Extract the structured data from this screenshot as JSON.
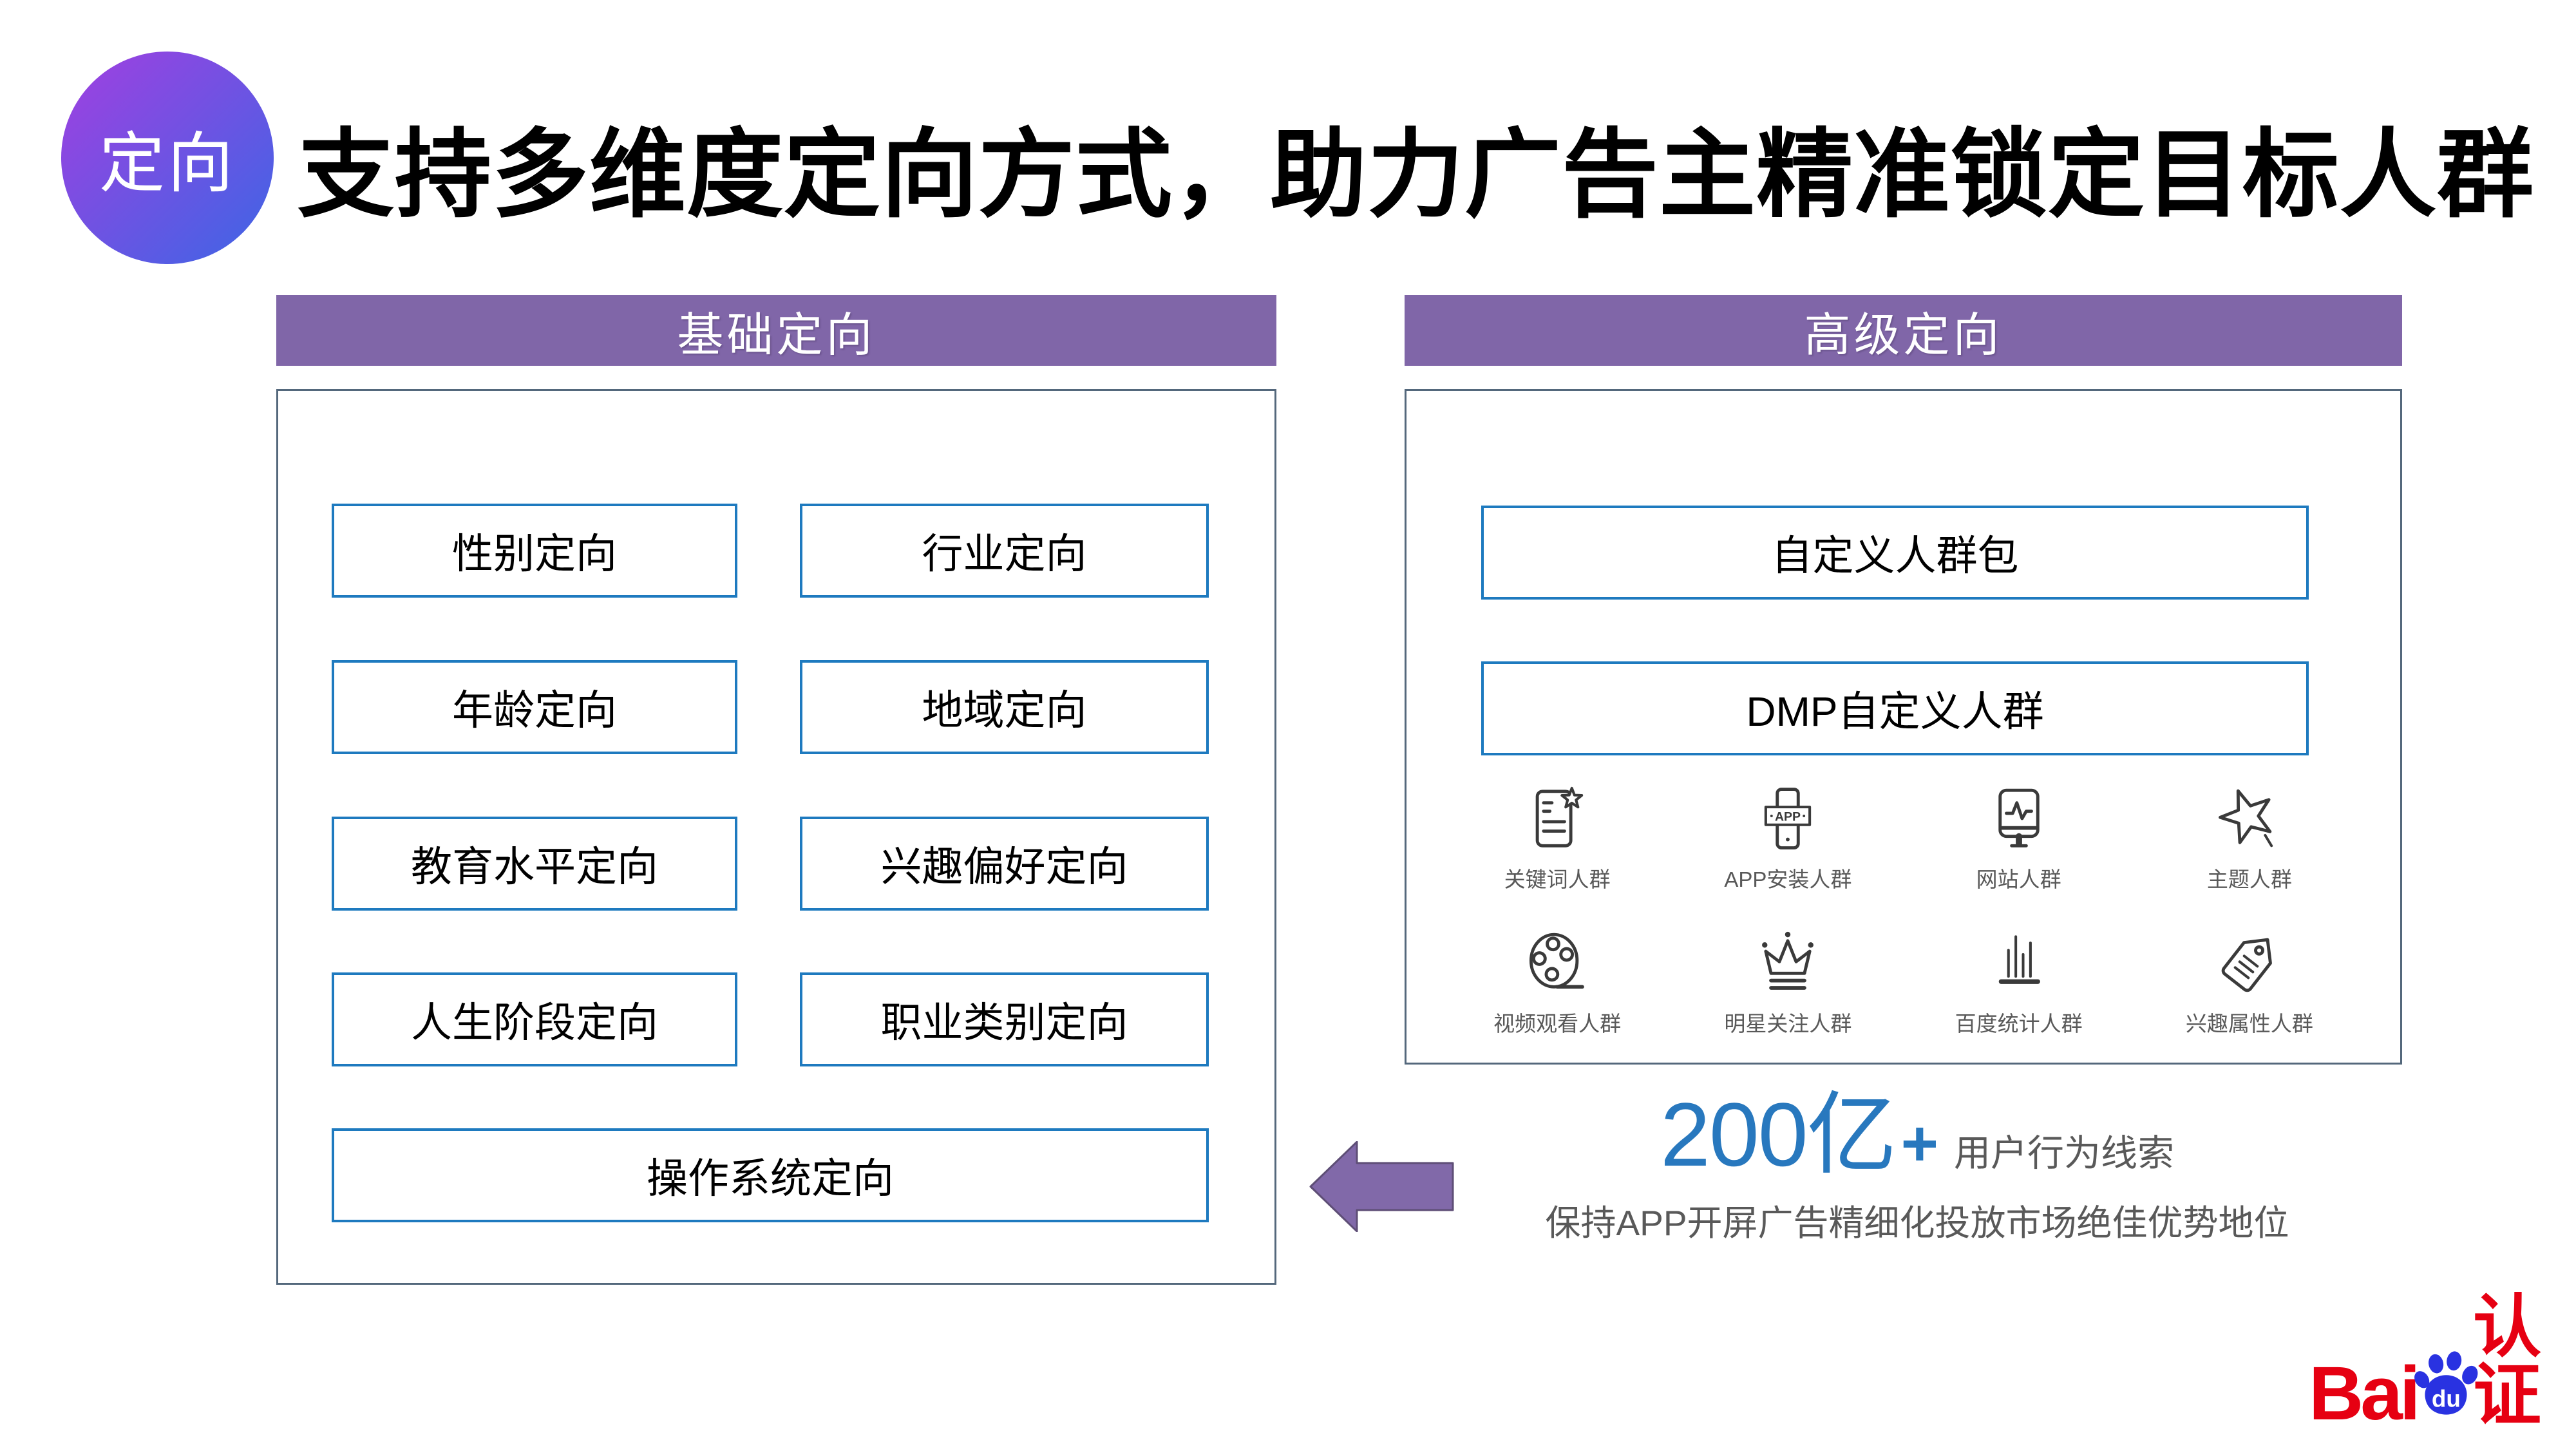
{
  "slide": {
    "badge": "定向",
    "title": "支持多维度定向方式，助力广告主精准锁定目标人群"
  },
  "basic": {
    "header": "基础定向",
    "boxes": [
      "性别定向",
      "行业定向",
      "年龄定向",
      "地域定向",
      "教育水平定向",
      "兴趣偏好定向",
      "人生阶段定向",
      "职业类别定向"
    ],
    "wide_box": "操作系统定向"
  },
  "advanced": {
    "header": "高级定向",
    "boxes": [
      "自定义人群包",
      "DMP自定义人群"
    ],
    "audiences": [
      {
        "icon": "keyword-doc-star-icon",
        "label": "关键词人群"
      },
      {
        "icon": "phone-app-icon",
        "label": "APP安装人群",
        "icon_text": "APP"
      },
      {
        "icon": "monitor-pulse-icon",
        "label": "网站人群"
      },
      {
        "icon": "star-sketch-icon",
        "label": "主题人群"
      },
      {
        "icon": "film-reel-icon",
        "label": "视频观看人群"
      },
      {
        "icon": "crown-icon",
        "label": "明星关注人群"
      },
      {
        "icon": "bar-chart-icon",
        "label": "百度统计人群"
      },
      {
        "icon": "price-tag-icon",
        "label": "兴趣属性人群"
      }
    ]
  },
  "callout": {
    "stat_number": "200亿",
    "stat_plus": "+",
    "stat_suffix": "用户行为线索",
    "description": "保持APP开屏广告精细化投放市场绝佳优势地位"
  },
  "footer": {
    "logo_bai": "Bai",
    "logo_du": "du",
    "logo_suffix": "认证"
  },
  "colors": {
    "header_purple": "#8066A8",
    "panel_border": "#54687C",
    "box_border": "#1E7ABF",
    "stat_blue": "#2878BE",
    "text_gray": "#595959",
    "arrow_fill": "#8169A9",
    "arrow_stroke": "#5E4E76",
    "badge_grad_start": "#A23FE0",
    "badge_grad_end": "#3C66E5",
    "baidu_red": "#E60012",
    "baidu_blue": "#2932E1",
    "icon_stroke": "#3A3A3A"
  }
}
